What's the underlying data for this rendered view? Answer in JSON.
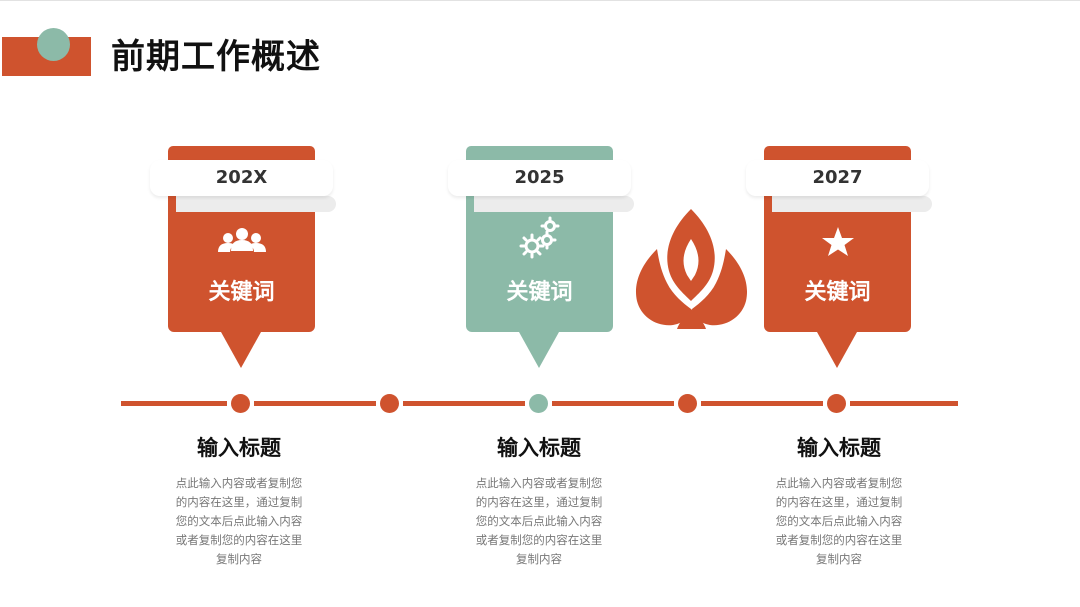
{
  "title": "前期工作概述",
  "colors": {
    "accent": "#cf532e",
    "secondary": "#8cbaa8"
  },
  "cards": [
    {
      "year": "202X",
      "keyword": "关键词",
      "icon": "people-icon",
      "color": "#cf532e"
    },
    {
      "year": "2025",
      "keyword": "关键词",
      "icon": "gears-icon",
      "color": "#8cbaa8"
    },
    {
      "year": "2027",
      "keyword": "关键词",
      "icon": "star-icon",
      "color": "#cf532e"
    }
  ],
  "decoration": {
    "icon": "flame-logo-icon",
    "color": "#cf532e"
  },
  "timeline": {
    "dots": [
      "#cf532e",
      "#cf532e",
      "#8cbaa8",
      "#cf532e",
      "#cf532e"
    ]
  },
  "columns": [
    {
      "heading": "输入标题",
      "body": "点此输入内容或者复制您的内容在这里，通过复制您的文本后点此输入内容或者复制您的内容在这里复制内容"
    },
    {
      "heading": "输入标题",
      "body": "点此输入内容或者复制您的内容在这里，通过复制您的文本后点此输入内容或者复制您的内容在这里复制内容"
    },
    {
      "heading": "输入标题",
      "body": "点此输入内容或者复制您的内容在这里，通过复制您的文本后点此输入内容或者复制您的内容在这里复制内容"
    }
  ]
}
